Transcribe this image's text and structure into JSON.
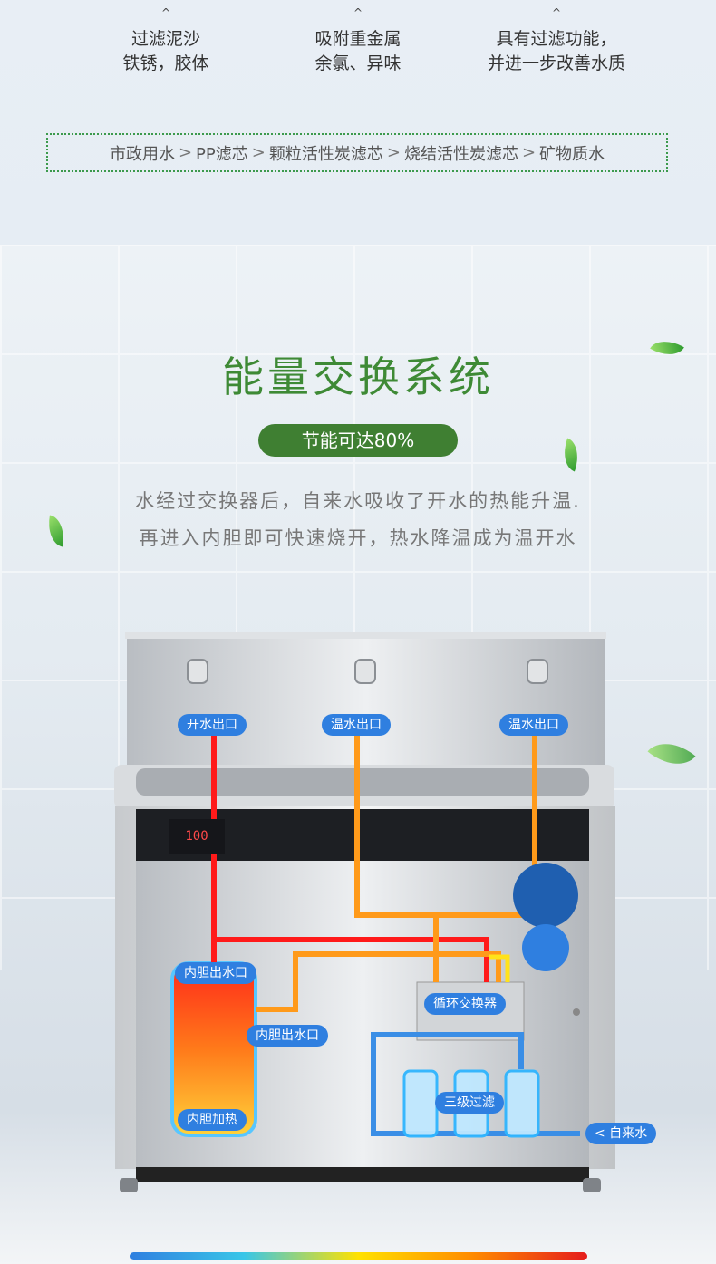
{
  "features": [
    {
      "line1": "过滤泥沙",
      "line2": "铁锈，胶体"
    },
    {
      "line1": "吸附重金属",
      "line2": "余氯、异味"
    },
    {
      "line1": "具有过滤功能，",
      "line2": "并进一步改善水质"
    }
  ],
  "feature_chevron": "^",
  "flow_steps": [
    "市政用水",
    "PP滤芯",
    "颗粒活性炭滤芯",
    "烧结活性炭滤芯",
    "矿物质水"
  ],
  "flow_separator": ">",
  "section": {
    "title": "能量交换系统",
    "badge": "节能可达80%",
    "desc_line1": "水经过交换器后，自来水吸收了开水的热能升温.",
    "desc_line2": "再进入内胆即可快速烧开，热水降温成为温开水"
  },
  "labels": {
    "boiling_outlet": "开水出口",
    "warm_outlet_1": "温水出口",
    "warm_outlet_2": "温水出口",
    "tank_outlet_top": "内胆出水口",
    "tank_outlet_side": "内胆出水口",
    "tank_heating": "内胆加热",
    "heat_exchanger": "循环交换器",
    "filtration": "三级过滤",
    "tap_water_in": "< 自来水"
  },
  "display_readout": "100",
  "colors": {
    "green_title": "#3e8a35",
    "green_pill": "#3f7f32",
    "label_blue": "#2f7fe0",
    "hot_red": "#ff1a1a",
    "warm_orange": "#ff9a1a",
    "cold_blue": "#3a8ee6",
    "exchange_yellow": "#ffe21a"
  }
}
